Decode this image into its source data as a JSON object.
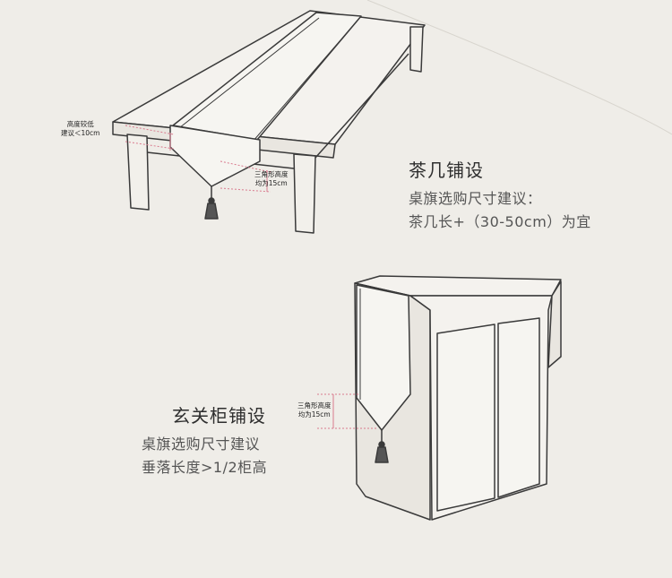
{
  "coffee_table": {
    "title": "茶几铺设",
    "advice_label": "桌旗选购尺寸建议：",
    "advice_value": "茶几长+（30-50cm）为宜",
    "height_note_line1": "高度较低",
    "height_note_line2": "建议＜10cm",
    "triangle_note_line1": "三角形高度",
    "triangle_note_line2": "均为15cm"
  },
  "entry_cabinet": {
    "title": "玄关柜铺设",
    "advice_label": "桌旗选购尺寸建议",
    "advice_value": "垂落长度>1/2柜高",
    "triangle_note_line1": "三角形高度",
    "triangle_note_line2": "均为15cm"
  },
  "colors": {
    "background": "#efede8",
    "line": "#3a3a3a",
    "accent_pink": "#d97a8e",
    "text": "#3a3a3a"
  }
}
